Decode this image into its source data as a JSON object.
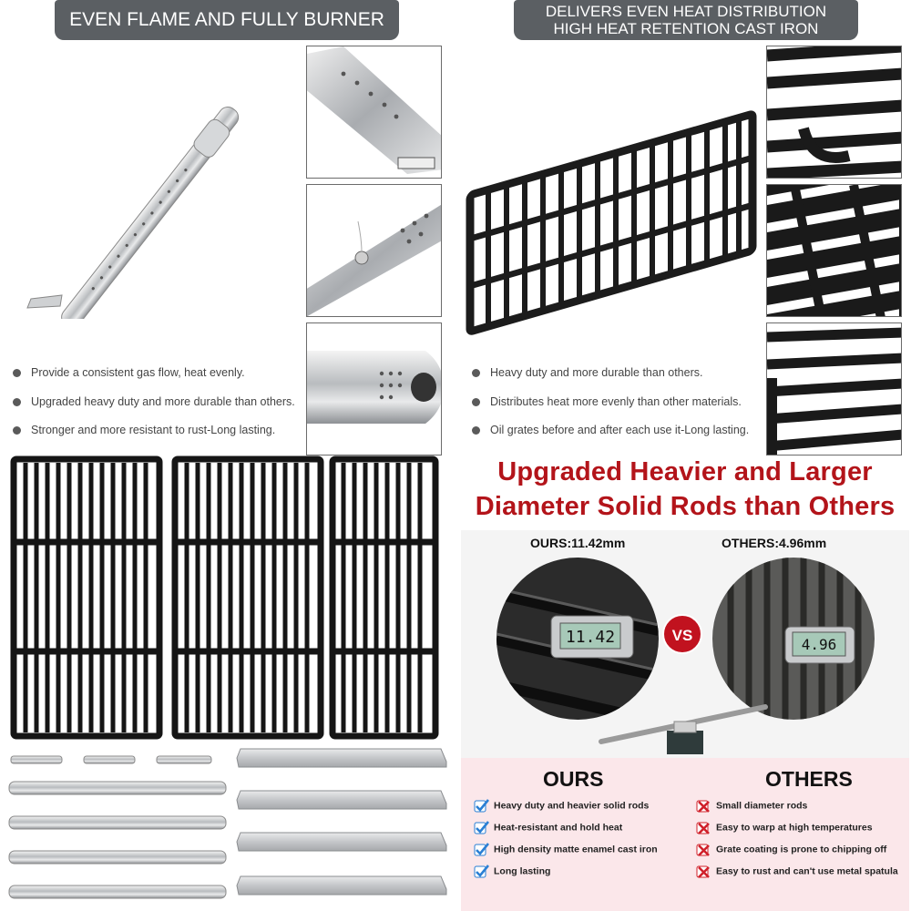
{
  "burner_section": {
    "title": "EVEN FLAME AND FULLY BURNER",
    "bullets": [
      "Provide a consistent gas flow, heat evenly.",
      "Upgraded heavy duty and more durable than others.",
      "Stronger and more resistant to rust-Long lasting."
    ]
  },
  "grate_section": {
    "title_line1": "DELIVERS EVEN HEAT DISTRIBUTION",
    "title_line2": "HIGH HEAT RETENTION CAST IRON",
    "bullets": [
      "Heavy duty and more durable than others.",
      "Distributes heat more evenly than other materials.",
      "Oil grates before and after each use it-Long lasting."
    ]
  },
  "comparison": {
    "headline_line1": "Upgraded Heavier and Larger",
    "headline_line2": "Diameter Solid Rods than Others",
    "ours_label": "OURS:11.42mm",
    "others_label": "OTHERS:4.96mm",
    "ours_reading": "11.42",
    "others_reading": "4.96",
    "vs": "VS",
    "ours_heading": "OURS",
    "others_heading": "OTHERS",
    "ours_features": [
      "Heavy duty and heavier solid rods",
      "Heat-resistant and hold heat",
      "High density matte enamel cast iron",
      "Long lasting"
    ],
    "others_features": [
      "Small diameter rods",
      "Easy to warp at high temperatures",
      "Grate coating is prone to chipping off",
      "Easy to rust and can't use metal spatula"
    ]
  },
  "colors": {
    "pill_bg": "#5b5f63",
    "headline_red": "#b3141a",
    "vs_red": "#c1121f",
    "check_blue": "#2a7fd4",
    "cross_red": "#d0202a",
    "pink_bg": "#fbe7ea"
  }
}
